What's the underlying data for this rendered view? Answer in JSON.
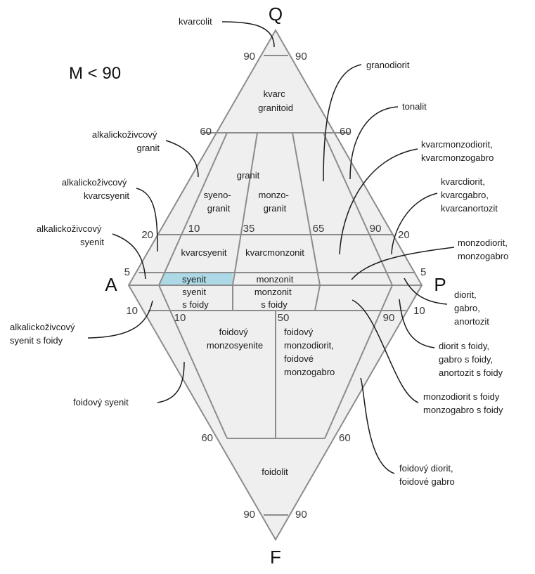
{
  "condition": "M < 90",
  "apices": {
    "q": "Q",
    "a": "A",
    "p": "P",
    "f": "F"
  },
  "ticks": {
    "q90_left": "90",
    "q90_right": "90",
    "q60_left": "60",
    "q60_right": "60",
    "q20_left": "20",
    "q20_right": "20",
    "q5_left": "5",
    "q5_right": "5",
    "f10_left": "10",
    "f10_right": "10",
    "f60_left": "60",
    "f60_right": "60",
    "f90_left": "90",
    "f90_right": "90",
    "upper_10": "10",
    "upper_35": "35",
    "upper_65": "65",
    "upper_90": "90",
    "lower_10": "10",
    "lower_50": "50",
    "lower_90": "90"
  },
  "fields": {
    "kvarc_granitoid": [
      "kvarc",
      "granitoid"
    ],
    "granit": "granit",
    "syenogranit": [
      "syeno-",
      "granit"
    ],
    "monzogranit": [
      "monzo-",
      "granit"
    ],
    "kvarcsyenit": "kvarcsyenit",
    "kvarcmonzonit": "kvarcmonzonit",
    "syenit": "syenit",
    "monzonit": "monzonit",
    "syenit_foidy": [
      "syenit",
      "s foidy"
    ],
    "monzonit_foidy": [
      "monzonit",
      "s foidy"
    ],
    "foid_monzosyenit": [
      "foidový",
      "monzosyenite"
    ],
    "foid_monzodiorit": [
      "foidový",
      "monzodiorit,",
      "foidové",
      "monzogabro"
    ],
    "foidolit": "foidolit"
  },
  "callouts": {
    "kvarcolit": [
      "kvarcolit"
    ],
    "granodiorit": [
      "granodiorit"
    ],
    "tonalit": [
      "tonalit"
    ],
    "alk_granit": [
      "alkalickoživcový",
      "granit"
    ],
    "alk_kvarcsyenit": [
      "alkalickoživcový",
      "kvarcsyenit"
    ],
    "alk_syenit": [
      "alkalickoživcový",
      "syenit"
    ],
    "alk_syenit_foidy": [
      "alkalickoživcový",
      "syenit s foidy"
    ],
    "foid_syenit": [
      "foidový syenit"
    ],
    "kvarcmonzodiorit": [
      "kvarcmonzodiorit,",
      "kvarcmonzogabro"
    ],
    "kvarcdiorit": [
      "kvarcdiorit,",
      "kvarcgabro,",
      "kvarcanortozit"
    ],
    "monzodiorit": [
      "monzodiorit,",
      "monzogabro"
    ],
    "diorit": [
      "diorit,",
      "gabro,",
      "anortozit"
    ],
    "diorit_foidy": [
      "diorit s foidy,",
      "gabro s foidy,",
      "anortozit s foidy"
    ],
    "monzodiorit_foidy": [
      "monzodiorit s foidy",
      "monzogabro s foidy"
    ],
    "foid_diorit": [
      "foidový diorit,",
      "foidové gabro"
    ]
  },
  "colors": {
    "fill": "#efefef",
    "edge": "#8c8c8c",
    "highlight": "#add8e6"
  }
}
